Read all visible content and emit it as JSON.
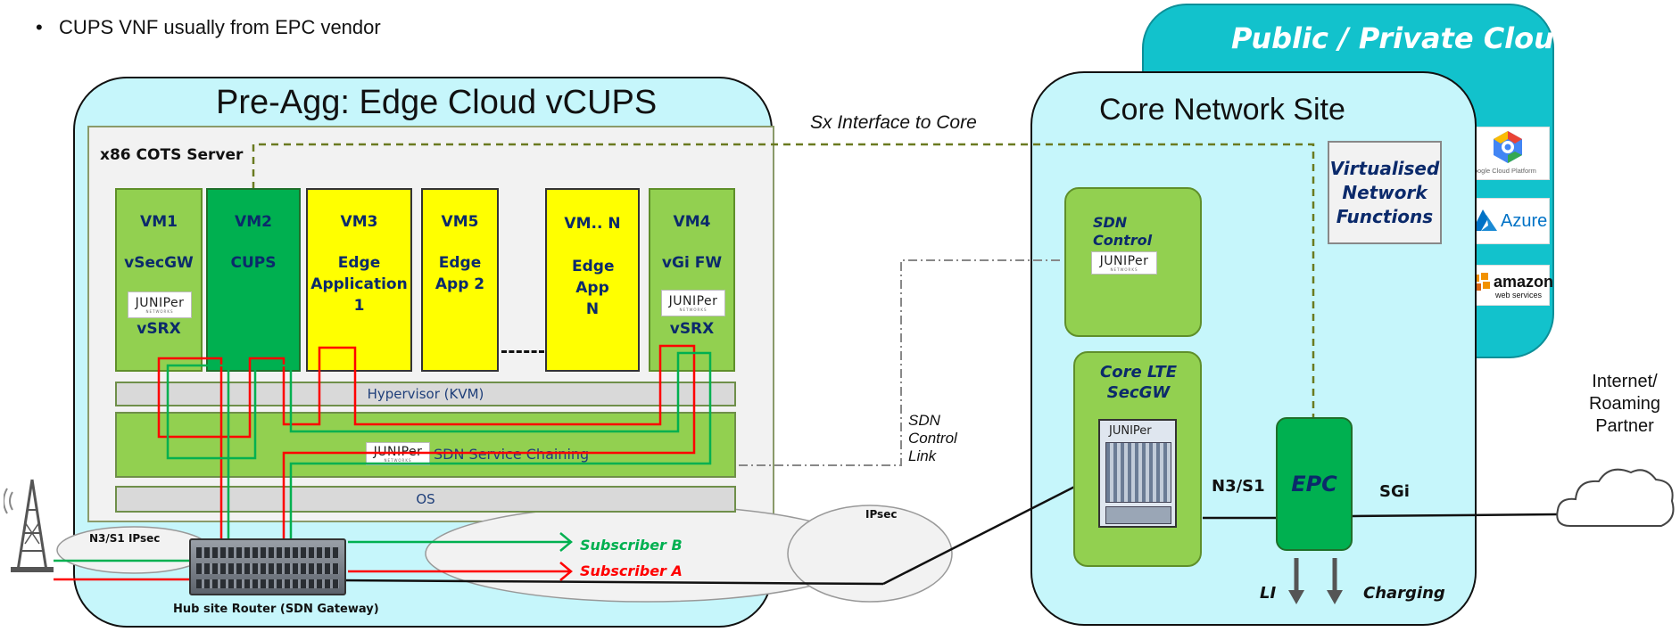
{
  "bullet": "CUPS VNF usually from EPC vendor",
  "cloud": {
    "title": "Public / Private Cloud"
  },
  "edge": {
    "title": "Pre-Agg: Edge Cloud vCUPS",
    "server_label": "x86 COTS Server"
  },
  "sx_label": "Sx Interface to Core",
  "core": {
    "title": "Core Network Site",
    "vnf_label": "Virtualised Network Functions"
  },
  "logos": {
    "google": "Google Cloud Platform",
    "azure": "Azure",
    "amazon": "amazon",
    "amazon_sub": "web services"
  },
  "juniper": {
    "word": "JUNIPer",
    "sub": "NETWORKS"
  },
  "vms": [
    {
      "id": "VM1",
      "name": "vSecGW",
      "extra": "vSRX"
    },
    {
      "id": "VM2",
      "name": "CUPS"
    },
    {
      "id": "VM3",
      "name": "Edge Application 1"
    },
    {
      "id": "VM5",
      "name": "Edge App 2"
    },
    {
      "id": "VM.. N",
      "name": "Edge App N"
    },
    {
      "id": "VM4",
      "name": "vGi FW",
      "extra": "vSRX"
    }
  ],
  "layers": {
    "hypervisor": "Hypervisor (KVM)",
    "sdn": "SDN Service Chaining",
    "os": "OS"
  },
  "sdn_control": {
    "title": "SDN Control"
  },
  "sdn_link": {
    "label": "SDN Control Link"
  },
  "core_secgw": {
    "title": "Core LTE SecGW"
  },
  "epc": {
    "label": "EPC",
    "n3_label": "N3/S1",
    "sgi_label": "SGi",
    "li_label": "LI",
    "charging_label": "Charging"
  },
  "internet": {
    "label": "Internet/ Roaming Partner"
  },
  "ipsec": {
    "left_label": "N3/S1 IPsec",
    "right_label": "IPsec"
  },
  "router": {
    "label": "Hub site Router (SDN Gateway)"
  },
  "subscribers": {
    "b": "Subscriber B",
    "a": "Subscriber A"
  },
  "colors": {
    "cyan": "#c6f6fb",
    "cloud_teal": "#12c2cc",
    "vm_green": "#92d050",
    "cups_green": "#00b050",
    "app_yellow": "#ffff00",
    "red": "#ff0000",
    "green_line": "#00b050"
  }
}
